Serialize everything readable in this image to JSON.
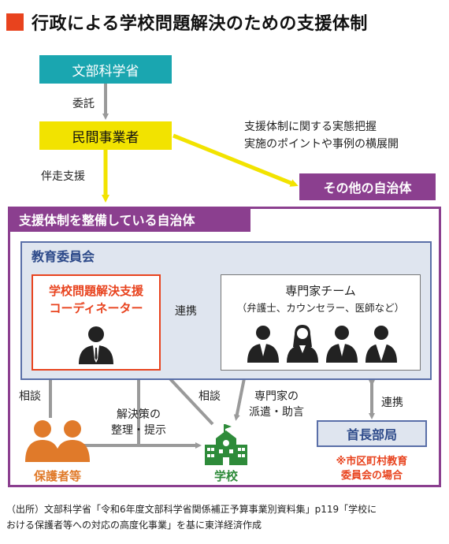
{
  "title": "行政による学校問題解決のための支援体制",
  "nodes": {
    "mext": "文部科学省",
    "private_operator": "民間事業者",
    "other_municipalities": "その他の自治体",
    "supporting_municipality": "支援体制を整備している自治体",
    "board_of_education": "教育委員会",
    "coordinator_line1": "学校問題解決支援",
    "coordinator_line2": "コーディネーター",
    "experts_line1": "専門家チーム",
    "experts_line2": "（弁護士、カウンセラー、医師など）",
    "mayor_office": "首長部局",
    "mayor_note_line1": "※市区町村教育",
    "mayor_note_line2": "委員会の場合",
    "school": "学校",
    "guardians": "保護者等"
  },
  "edges": {
    "commission": "委託",
    "accompany_support": "伴走支援",
    "info_line1": "支援体制に関する実態把握",
    "info_line2": "実施のポイントや事例の横展開",
    "cooperation_experts": "連携",
    "consultation_school": "相談",
    "consultation_guardians": "相談",
    "dispatch_line1": "専門家の",
    "dispatch_line2": "派遣・助言",
    "cooperation_mayor": "連携",
    "solution_line1": "解決策の",
    "solution_line2": "整理・提示"
  },
  "source": {
    "line1": "（出所）文部科学省「令和6年度文部科学省関係補正予算事業別資料集」p119「学校に",
    "line2": "おける保護者等への対応の高度化事業」を基に東洋経済作成"
  },
  "colors": {
    "accent": "#e8431e",
    "mext": "#1aa6b0",
    "private": "#f2e300",
    "municipality": "#8b3f8f",
    "board": "#5a6fa8",
    "school": "#2e8b3a",
    "guardians": "#e07a2a"
  }
}
